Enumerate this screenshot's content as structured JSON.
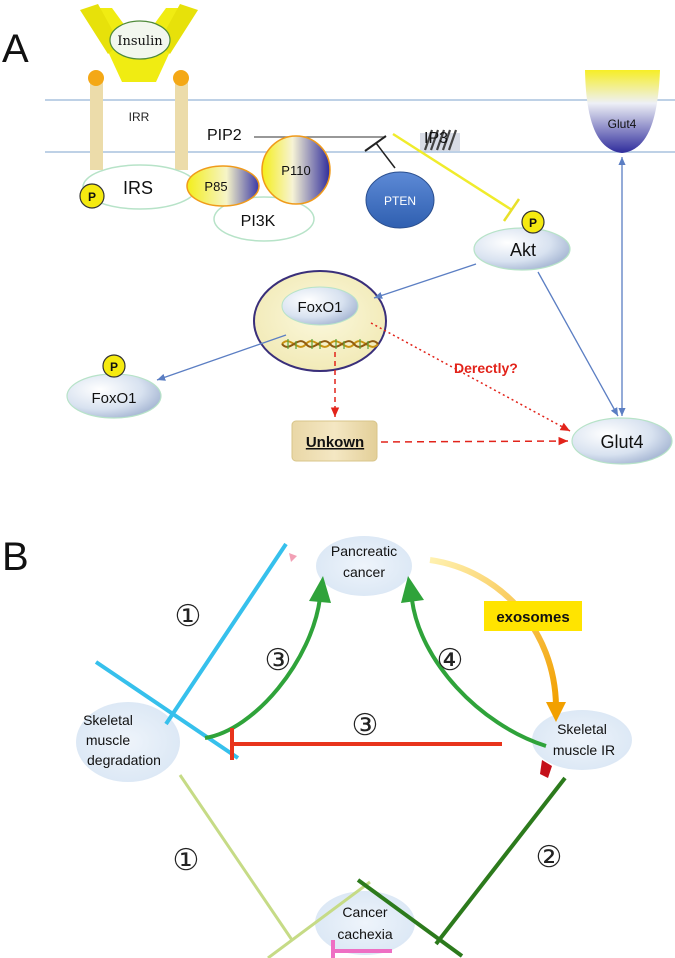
{
  "panel_a": {
    "letter": "A",
    "insulin": "Insulin",
    "irr": "IRR",
    "pip2": "PIP2",
    "pip3": "IP3",
    "glut4_membrane": "Glut4",
    "p_badge": "P",
    "irs": "IRS",
    "p85": "P85",
    "p110": "P110",
    "pi3k": "PI3K",
    "pten": "PTEN",
    "akt": "Akt",
    "foxo1_nucleus": "FoxO1",
    "foxo1_phos": "FoxO1",
    "directly_label": "Derectly?",
    "unknown": "Unkown",
    "glut4_bottom": "Glut4"
  },
  "panel_b": {
    "letter": "B",
    "pancreatic_line1": "Pancreatic",
    "pancreatic_line2": "cancer",
    "skeletal_left_line1": "Skeletal",
    "skeletal_left_line2": "muscle",
    "skeletal_left_line3": "degradation",
    "skeletal_right_line1": "Skeletal",
    "skeletal_right_line2": "muscle IR",
    "cachexia_line1": "Cancer",
    "cachexia_line2": "cachexia",
    "exosomes": "exosomes",
    "num1_top": "①",
    "num3_left": "③",
    "num4": "④",
    "num3_mid": "③",
    "num1_bottom": "①",
    "num2": "②"
  }
}
